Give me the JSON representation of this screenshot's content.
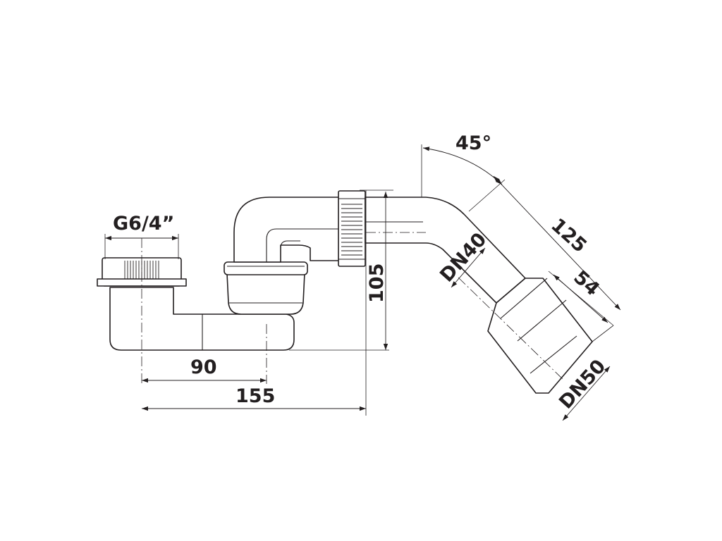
{
  "diagram": {
    "connector_thread": "G6/4”",
    "horizontal_dimension_inner": "90",
    "horizontal_dimension_outer": "155",
    "height_dimension": "105",
    "angle": "45°",
    "outlet_length": "125",
    "outlet_offset": "54",
    "nominal_diameter_inner": "DN40",
    "nominal_diameter_outer": "DN50"
  },
  "colors": {
    "line": "#231f20",
    "background": "#ffffff"
  }
}
